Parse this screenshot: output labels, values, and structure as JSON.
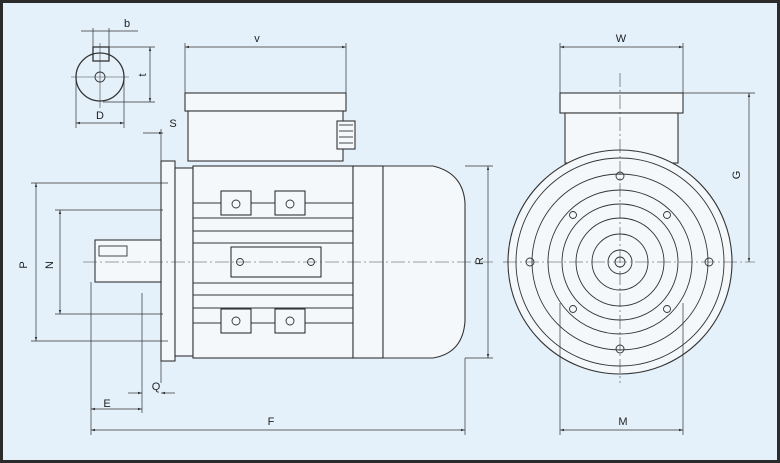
{
  "title": "Motor dimension drawing",
  "labels": {
    "b": "b",
    "t": "t",
    "D": "D",
    "v": "v",
    "S": "S",
    "W": "W",
    "G": "G",
    "P": "P",
    "N": "N",
    "R": "R",
    "Q": "Q",
    "E": "E",
    "F": "F",
    "M": "M"
  },
  "colors": {
    "background": "#e4f1fb",
    "line": "#333333",
    "border": "#2b2b2b"
  }
}
